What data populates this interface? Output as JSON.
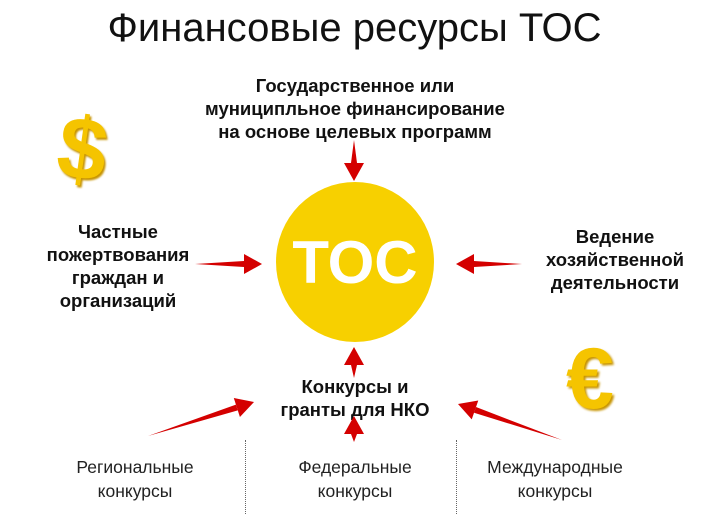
{
  "title": "Финансовые ресурсы ТОС",
  "center": {
    "label": "ТОС",
    "color": "#f7d000"
  },
  "arrow_color": "#d40000",
  "sources": {
    "government": [
      "Государственное или",
      "муниципльное финансирование",
      "на основе целевых программ"
    ],
    "private": [
      "Частные",
      "пожертвования",
      "граждан и",
      "организаций"
    ],
    "business": [
      "Ведение",
      "хозяйственной",
      "деятельности"
    ],
    "grants": [
      "Конкурсы и",
      "гранты для НКО"
    ]
  },
  "competitions": [
    {
      "line1": "Региональные",
      "line2": "конкурсы"
    },
    {
      "line1": "Федеральные",
      "line2": "конкурсы"
    },
    {
      "line1": "Международные",
      "line2": "конкурсы"
    }
  ],
  "icons": {
    "dollar": "$",
    "euro": "€"
  }
}
